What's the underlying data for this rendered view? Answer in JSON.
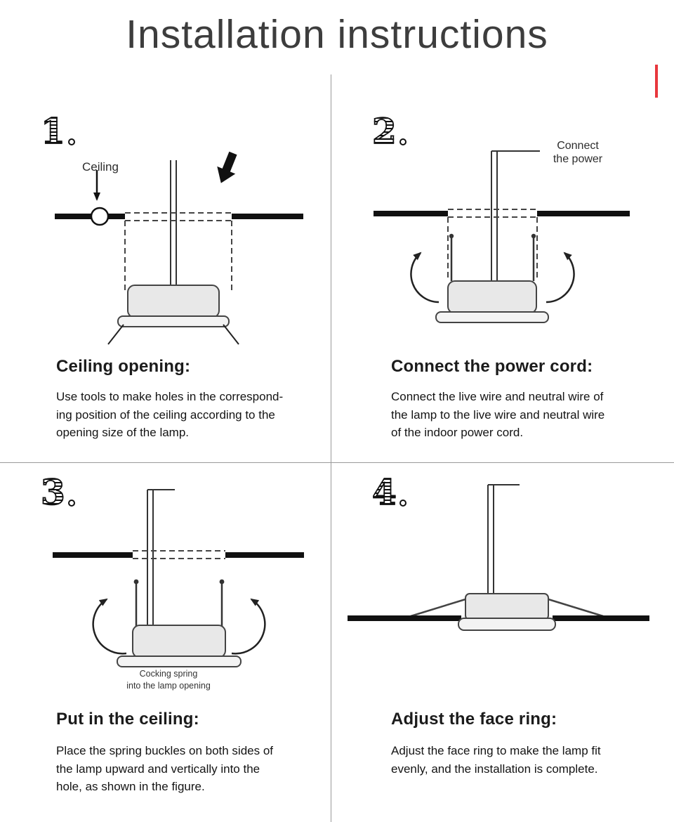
{
  "page": {
    "title": "Installation instructions"
  },
  "colors": {
    "line": "#111111",
    "red_mark": "#e8373d"
  },
  "steps": [
    {
      "number": "1",
      "heading": "Ceiling opening:",
      "body": "Use tools to make holes in the correspond-\ning position of the ceiling according to the\nopening size of the lamp.",
      "diagram_labels": {
        "ceiling": "Ceiling"
      }
    },
    {
      "number": "2",
      "heading": "Connect the power cord:",
      "body": "Connect the live wire and neutral wire of\nthe lamp to the live wire and neutral wire\nof the indoor power cord.",
      "diagram_labels": {
        "connect_power": "Connect\nthe power"
      }
    },
    {
      "number": "3",
      "heading": "Put in the ceiling:",
      "body": "Place the spring buckles on both sides of\nthe lamp upward and vertically into the\nhole, as shown in the figure.",
      "diagram_labels": {
        "cocking_spring": "Cocking spring\ninto the lamp opening"
      }
    },
    {
      "number": "4",
      "heading": "Adjust the face ring:",
      "body": "Adjust the face ring to make the lamp fit\nevenly, and the installation is complete."
    }
  ]
}
